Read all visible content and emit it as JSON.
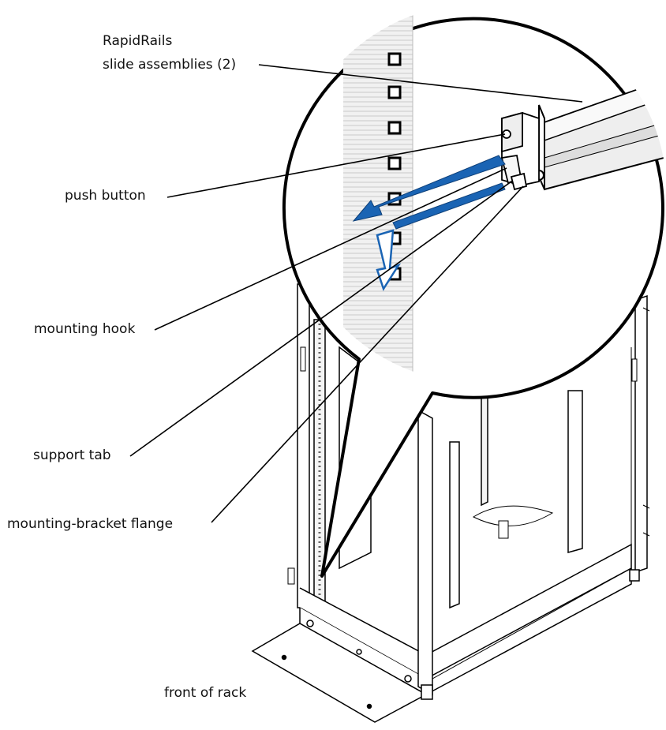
{
  "labels": {
    "rapidrails_line1": "RapidRails",
    "rapidrails_line2": "slide assemblies (2)",
    "push_button": "push button",
    "mounting_hook": "mounting hook",
    "support_tab": "support tab",
    "mounting_bracket_flange": "mounting-bracket flange",
    "front_of_rack": "front of rack"
  },
  "colors": {
    "line": "#000000",
    "arrow": "#1a64b4",
    "rail_fill": "#e9e9e9",
    "rack_shade": "#d8d8d8"
  }
}
